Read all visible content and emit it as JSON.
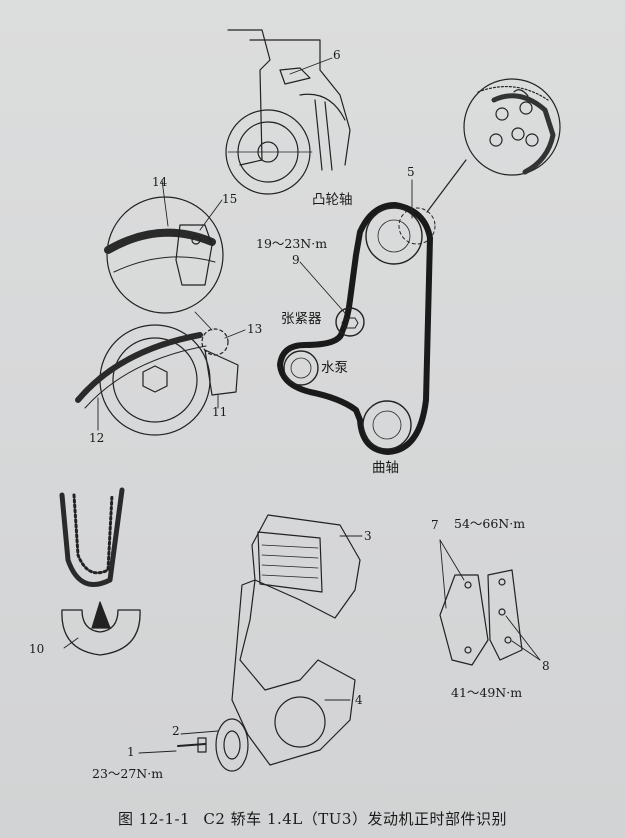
{
  "figure": {
    "caption_number": "图 12-1-1",
    "caption_text": "C2 轿车 1.4L（TU3）发动机正时部件识别"
  },
  "belt_labels": {
    "camshaft": "凸轮轴",
    "tensioner": "张紧器",
    "water_pump": "水泵",
    "crankshaft": "曲轴"
  },
  "torques": {
    "tensioner": "19～23N·m",
    "bolt_1": "23～27N·m",
    "mount_upper": "54～66N·m",
    "mount_lower": "41～49N·m"
  },
  "callouts": {
    "n1": "1",
    "n2": "2",
    "n3": "3",
    "n4": "4",
    "n5": "5",
    "n6": "6",
    "n7": "7",
    "n8": "8",
    "n9": "9",
    "n10": "10",
    "n11": "11",
    "n12": "12",
    "n13": "13",
    "n14": "14",
    "n15": "15"
  }
}
